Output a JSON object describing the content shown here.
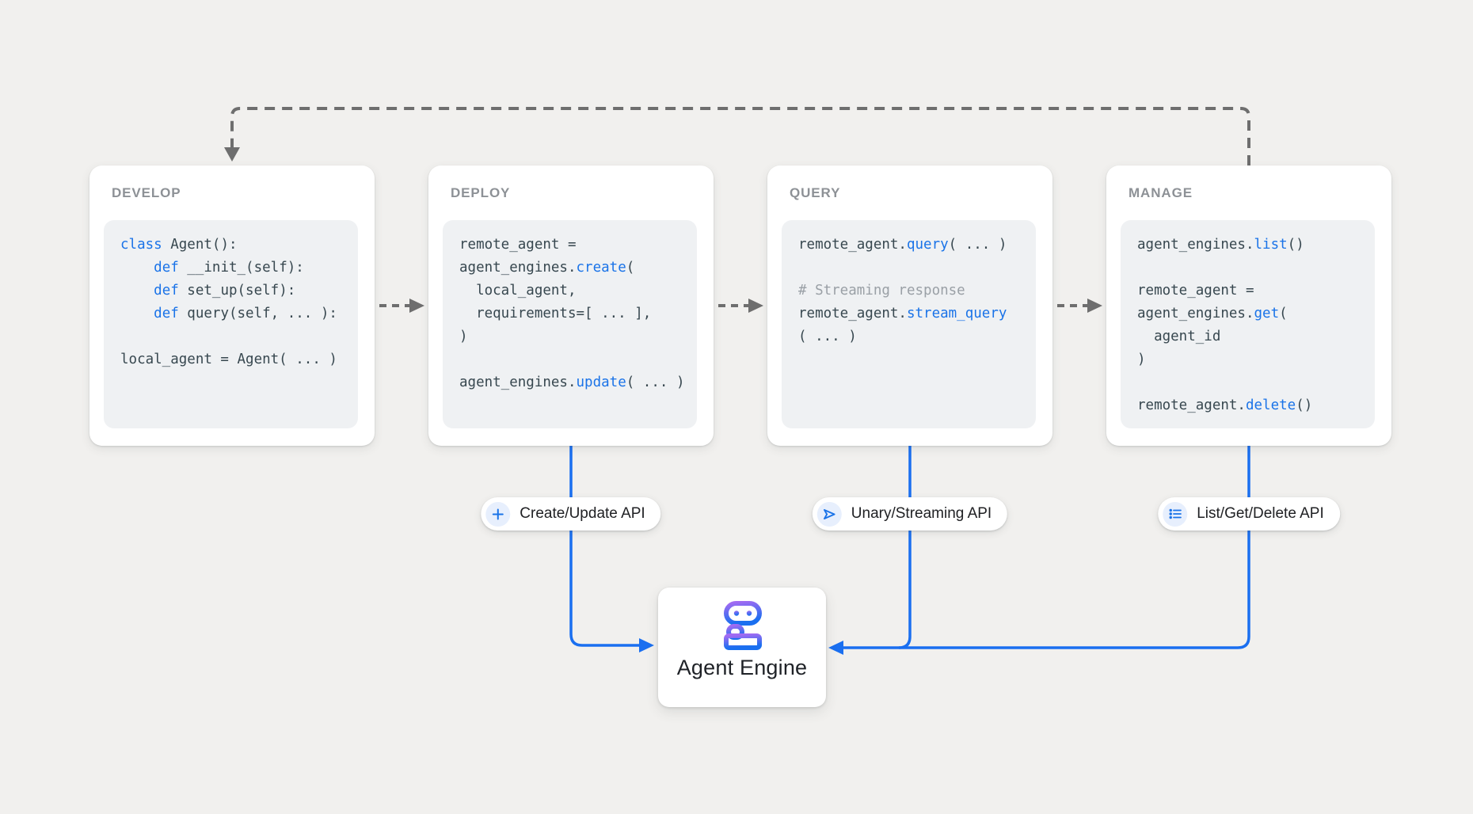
{
  "page": {
    "bg": "#f1f0ee"
  },
  "colors": {
    "accent_blue": "#1a73e8",
    "line_blue": "#1a6ff0",
    "code_text": "#37474f",
    "comment_gray": "#9aa0a6",
    "title_gray": "#8d9196",
    "dash_gray": "#6e6e6e",
    "badge_text": "#202124",
    "icon_chip_bg": "#e7effd"
  },
  "cards": [
    {
      "title": "DEVELOP",
      "code": [
        [
          {
            "t": "class",
            "s": "kw"
          },
          {
            "t": " Agent():",
            "s": "p"
          }
        ],
        [
          {
            "t": "    ",
            "s": "p"
          },
          {
            "t": "def",
            "s": "kw"
          },
          {
            "t": " __init_(self):",
            "s": "p"
          }
        ],
        [
          {
            "t": "    ",
            "s": "p"
          },
          {
            "t": "def",
            "s": "kw"
          },
          {
            "t": " set_up(self):",
            "s": "p"
          }
        ],
        [
          {
            "t": "    ",
            "s": "p"
          },
          {
            "t": "def",
            "s": "kw"
          },
          {
            "t": " query(self, ... ):",
            "s": "p"
          }
        ],
        [],
        [
          {
            "t": "local_agent = Agent( ... )",
            "s": "p"
          }
        ]
      ]
    },
    {
      "title": "DEPLOY",
      "code": [
        [
          {
            "t": "remote_agent =",
            "s": "p"
          }
        ],
        [
          {
            "t": "agent_engines.",
            "s": "p"
          },
          {
            "t": "create",
            "s": "fn"
          },
          {
            "t": "(",
            "s": "p"
          }
        ],
        [
          {
            "t": "  local_agent,",
            "s": "p"
          }
        ],
        [
          {
            "t": "  requirements=[ ... ],",
            "s": "p"
          }
        ],
        [
          {
            "t": ")",
            "s": "p"
          }
        ],
        [],
        [
          {
            "t": "agent_engines.",
            "s": "p"
          },
          {
            "t": "update",
            "s": "fn"
          },
          {
            "t": "( ... )",
            "s": "p"
          }
        ]
      ]
    },
    {
      "title": "QUERY",
      "code": [
        [
          {
            "t": "remote_agent.",
            "s": "p"
          },
          {
            "t": "query",
            "s": "fn"
          },
          {
            "t": "( ... )",
            "s": "p"
          }
        ],
        [],
        [
          {
            "t": "# Streaming response",
            "s": "cm"
          }
        ],
        [
          {
            "t": "remote_agent.",
            "s": "p"
          },
          {
            "t": "stream_query",
            "s": "fn"
          }
        ],
        [
          {
            "t": "( ... )",
            "s": "p"
          }
        ]
      ]
    },
    {
      "title": "MANAGE",
      "code": [
        [
          {
            "t": "agent_engines.",
            "s": "p"
          },
          {
            "t": "list",
            "s": "fn"
          },
          {
            "t": "()",
            "s": "p"
          }
        ],
        [],
        [
          {
            "t": "remote_agent =",
            "s": "p"
          }
        ],
        [
          {
            "t": "agent_engines.",
            "s": "p"
          },
          {
            "t": "get",
            "s": "fn"
          },
          {
            "t": "(",
            "s": "p"
          }
        ],
        [
          {
            "t": "  agent_id",
            "s": "p"
          }
        ],
        [
          {
            "t": ")",
            "s": "p"
          }
        ],
        [],
        [
          {
            "t": "remote_agent.",
            "s": "p"
          },
          {
            "t": "delete",
            "s": "fn"
          },
          {
            "t": "()",
            "s": "p"
          }
        ]
      ]
    }
  ],
  "badges": [
    {
      "icon": "plus-icon",
      "label": "Create/Update API"
    },
    {
      "icon": "send-icon",
      "label": "Unary/Streaming API"
    },
    {
      "icon": "list-icon",
      "label": "List/Get/Delete API"
    }
  ],
  "engine": {
    "icon": "robot-icon",
    "label": "Agent Engine"
  }
}
